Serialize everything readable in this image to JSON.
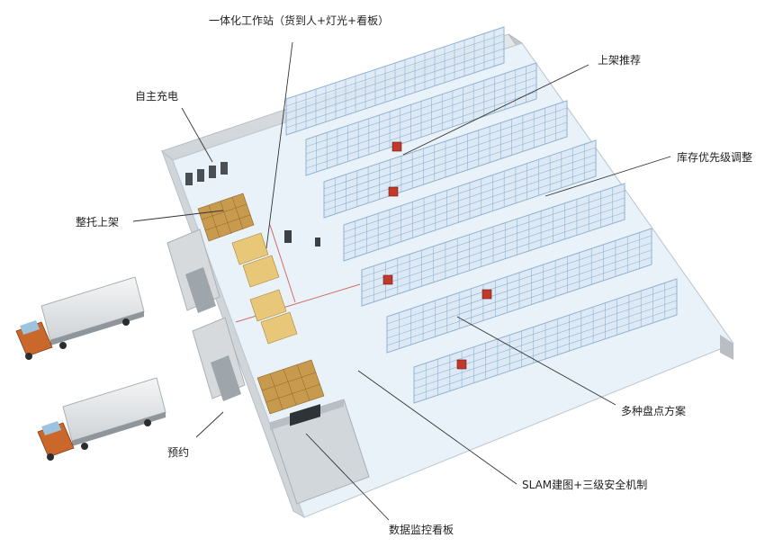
{
  "labels": {
    "workstation": "一体化工作站（货到人+灯光+看板）",
    "shelving": "上架推荐",
    "charging": "自主充电",
    "inventory_priority": "库存优先级调整",
    "pallet_shelving": "整托上架",
    "counting": "多种盘点方案",
    "appointment": "预约",
    "slam": "SLAM建图+三级安全机制",
    "dashboard": "数据监控看板"
  },
  "colors": {
    "floor": "#e9f2f8",
    "wall": "#d9dde1",
    "rack": "#8fb3d4",
    "pallet": "#c79a4d",
    "robot": "#c0392b",
    "truck_cab": "#c9682a",
    "leader_line": "#333333"
  }
}
